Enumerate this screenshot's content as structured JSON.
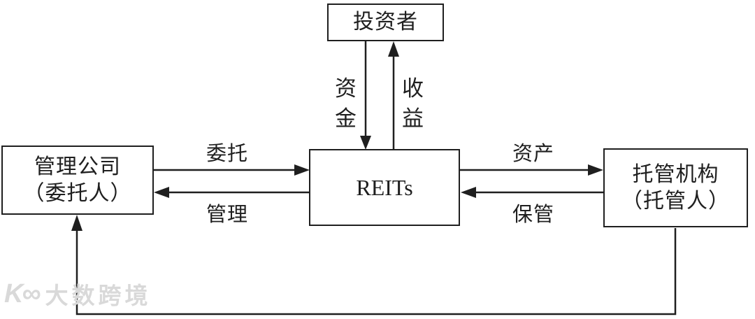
{
  "diagram": {
    "description": "REITs operating structure flow diagram",
    "colors": {
      "background": "#ffffff",
      "line": "#1f1f1f",
      "watermark": "#d9d9d9"
    },
    "nodes": {
      "investor": {
        "label": "投资者"
      },
      "reits": {
        "label": "REITs"
      },
      "manager": {
        "line1": "管理公司",
        "line2": "（委托人）"
      },
      "custodian": {
        "line1": "托管机构",
        "line2": "（托管人）"
      }
    },
    "edges": {
      "funds": {
        "label": "资金",
        "from": "investor",
        "to": "reits"
      },
      "returns": {
        "label": "收益",
        "from": "reits",
        "to": "investor"
      },
      "entrust": {
        "label": "委托",
        "from": "manager",
        "to": "reits"
      },
      "manage": {
        "label": "管理",
        "from": "reits",
        "to": "manager"
      },
      "assets": {
        "label": "资产",
        "from": "reits",
        "to": "custodian"
      },
      "custody": {
        "label": "保管",
        "from": "custodian",
        "to": "reits"
      },
      "loop": {
        "label": "",
        "from": "custodian",
        "to": "manager"
      }
    },
    "watermark": {
      "logo_glyph": "K∞",
      "text": "大数跨境"
    }
  }
}
